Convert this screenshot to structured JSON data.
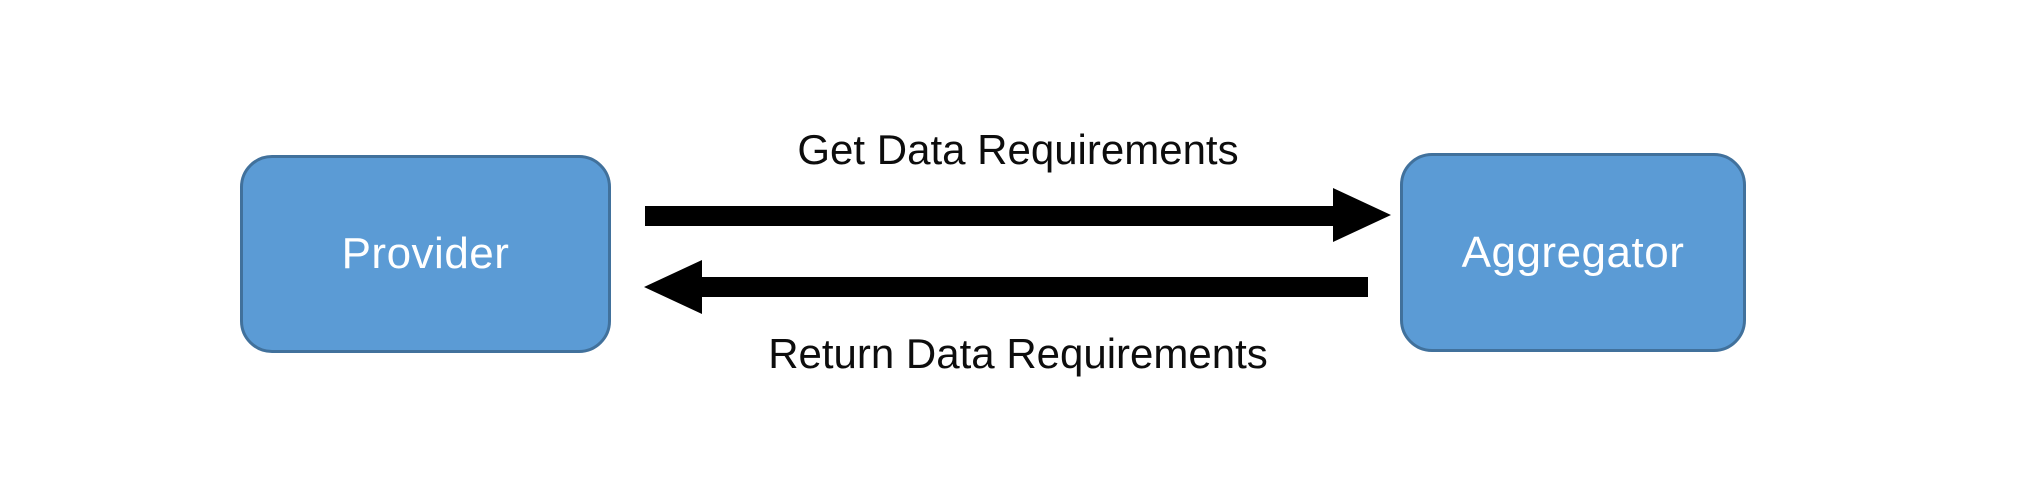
{
  "diagram": {
    "type": "sequence-flow",
    "background": "#FFFFFF",
    "nodes": {
      "provider": {
        "label": "Provider"
      },
      "aggregator": {
        "label": "Aggregator"
      }
    },
    "edges": {
      "get": {
        "from": "Provider",
        "to": "Aggregator",
        "direction": "right",
        "label": "Get Data Requirements"
      },
      "return": {
        "from": "Aggregator",
        "to": "Provider",
        "direction": "left",
        "label": "Return Data Requirements"
      }
    },
    "colors": {
      "node_fill": "#5B9BD5",
      "node_border": "#41719C",
      "node_text": "#FFFFFF",
      "arrow": "#000000",
      "label_text": "#0D0D0D"
    }
  }
}
